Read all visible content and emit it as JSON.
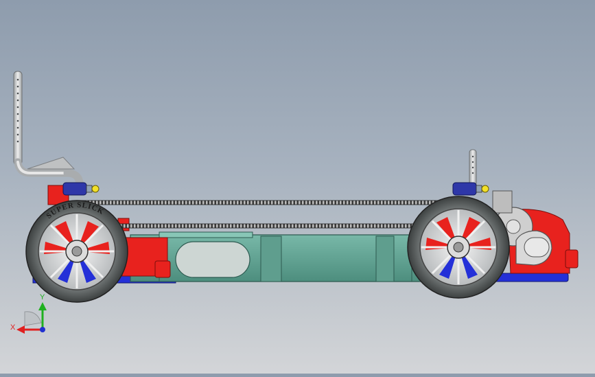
{
  "viewport": {
    "name": "cad-3d-viewport",
    "background_top": "#8e9cad",
    "background_bottom": "#d3d5d8"
  },
  "model": {
    "tire_label": "SUPER SLICK",
    "colors": {
      "chassis_plate": "#5a9e8e",
      "motor_mount": "#e8221e",
      "base_plate": "#2430d8",
      "tire": "#505555",
      "belt": "#2a2a2a",
      "gearbox": "#cfcfcf",
      "steel": "#d8d8d8"
    }
  },
  "triad": {
    "x_label": "X",
    "y_label": "Y",
    "x_color": "#e02020",
    "y_color": "#20b020",
    "z_color": "#2030d0"
  }
}
